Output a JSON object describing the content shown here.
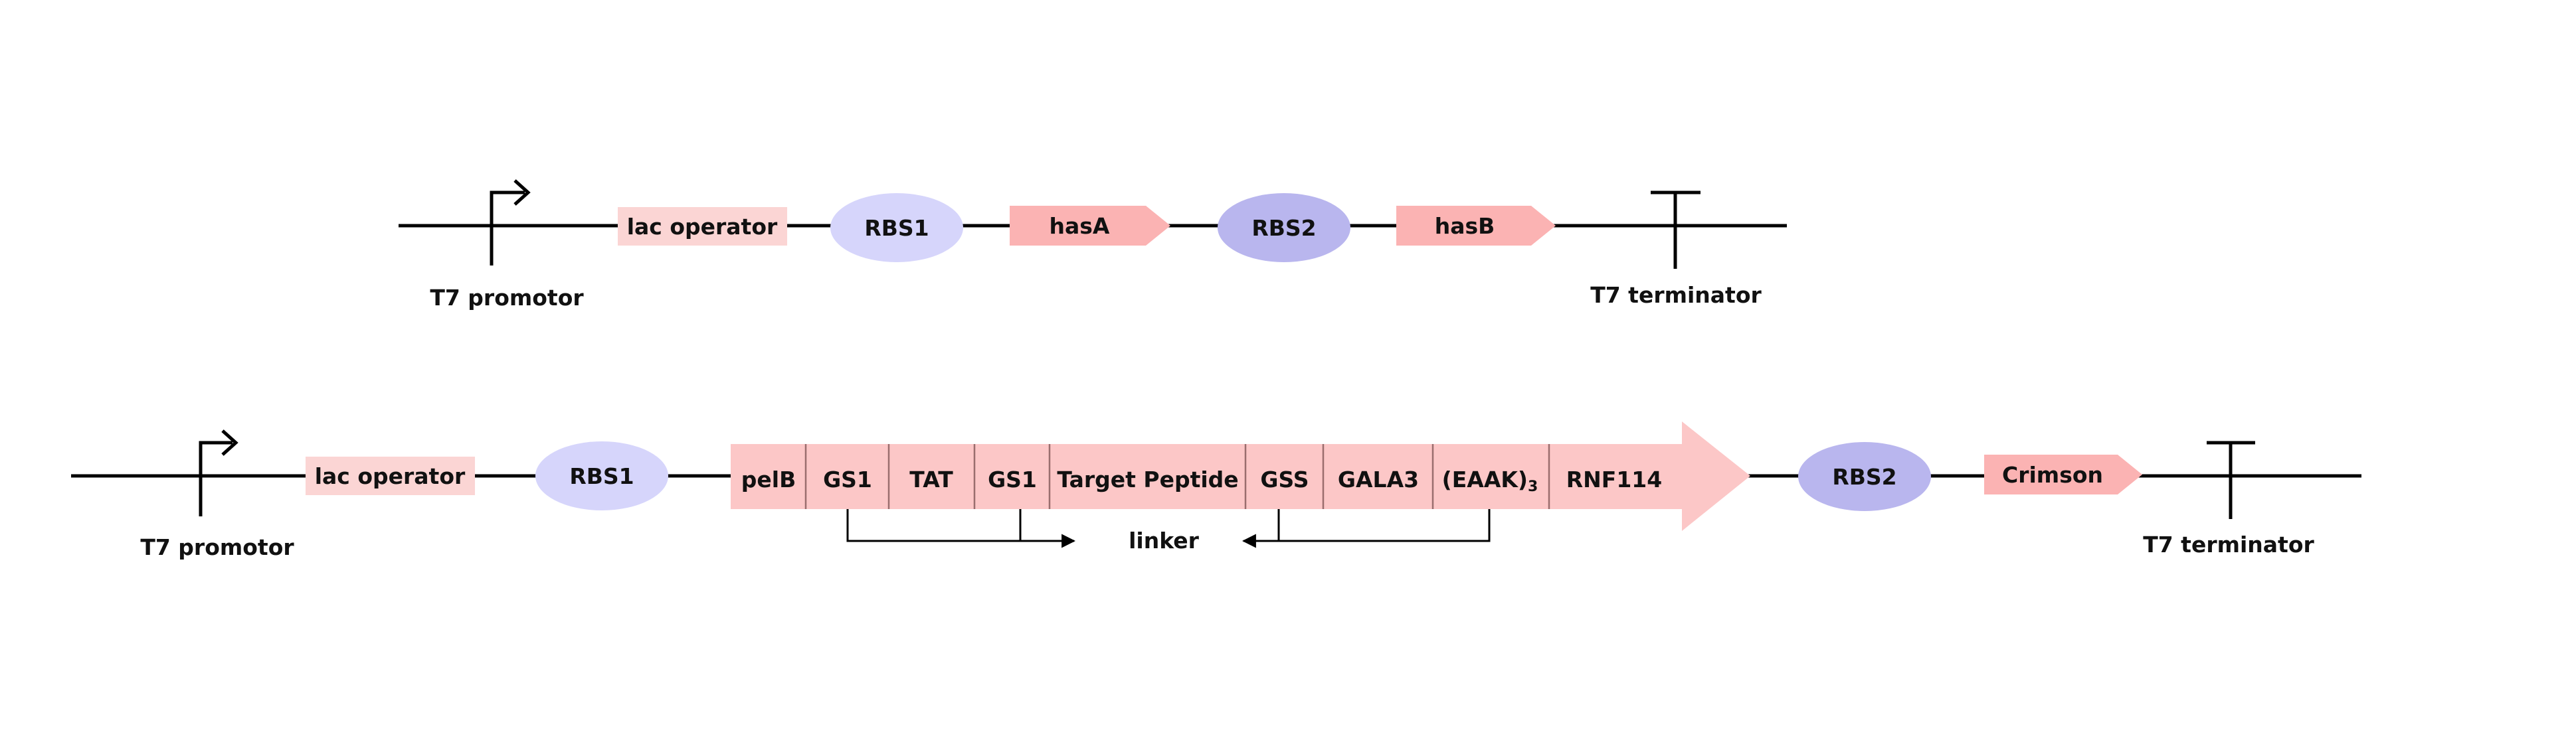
{
  "colors": {
    "backbone": "#000000",
    "lac_operator": "#fbd5d4",
    "rbs1": "#d6d5fb",
    "rbs2": "#b9b6ee",
    "gene": "#fbb3b3",
    "fusion": "#fcc7c7",
    "divider": "#9a6e6e"
  },
  "row1": {
    "promoter_label": "T7 promotor",
    "lac_operator": "lac operator",
    "rbs1": "RBS1",
    "gene_a": "hasA",
    "rbs2": "RBS2",
    "gene_b": "hasB",
    "terminator_label": "T7 terminator"
  },
  "row2": {
    "promoter_label": "T7 promotor",
    "lac_operator": "lac operator",
    "rbs1": "RBS1",
    "fusion_segments": [
      "pelB",
      "GS1",
      "TAT",
      "GS1",
      "Target Peptide",
      "GSS",
      "GALA3",
      "(EAAK)",
      "RNF114"
    ],
    "eaak_subscript": "3",
    "linker_label": "linker",
    "rbs2": "RBS2",
    "gene_c": "Crimson",
    "terminator_label": "T7 terminator"
  }
}
